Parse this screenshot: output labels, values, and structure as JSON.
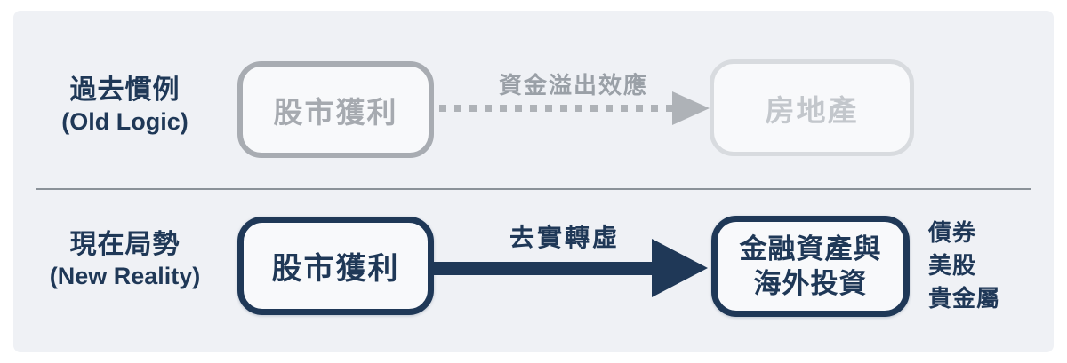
{
  "colors": {
    "navy": "#1f3857",
    "panel_bg": "#eff1f5",
    "gray_box_border": "#a8acb2",
    "gray_box_text": "#a6aab0",
    "faded_box_border": "#d8dbdf",
    "faded_box_text": "#c3c7cc",
    "dotted_arrow": "#aeb2b7",
    "spillover_label": "#9aa0a7",
    "divider": "#8b9299"
  },
  "old_row": {
    "label_zh": "過去慣例",
    "label_en": "(Old Logic)",
    "source_box": "股市獲利",
    "arrow_label": "資金溢出效應",
    "target_box": "房地產"
  },
  "new_row": {
    "label_zh": "現在局勢",
    "label_en": "(New Reality)",
    "source_box": "股市獲利",
    "arrow_label": "去實轉虛",
    "target_box_line1": "金融資產與",
    "target_box_line2": "海外投資",
    "side_items": [
      "債券",
      "美股",
      "貴金屬"
    ]
  }
}
